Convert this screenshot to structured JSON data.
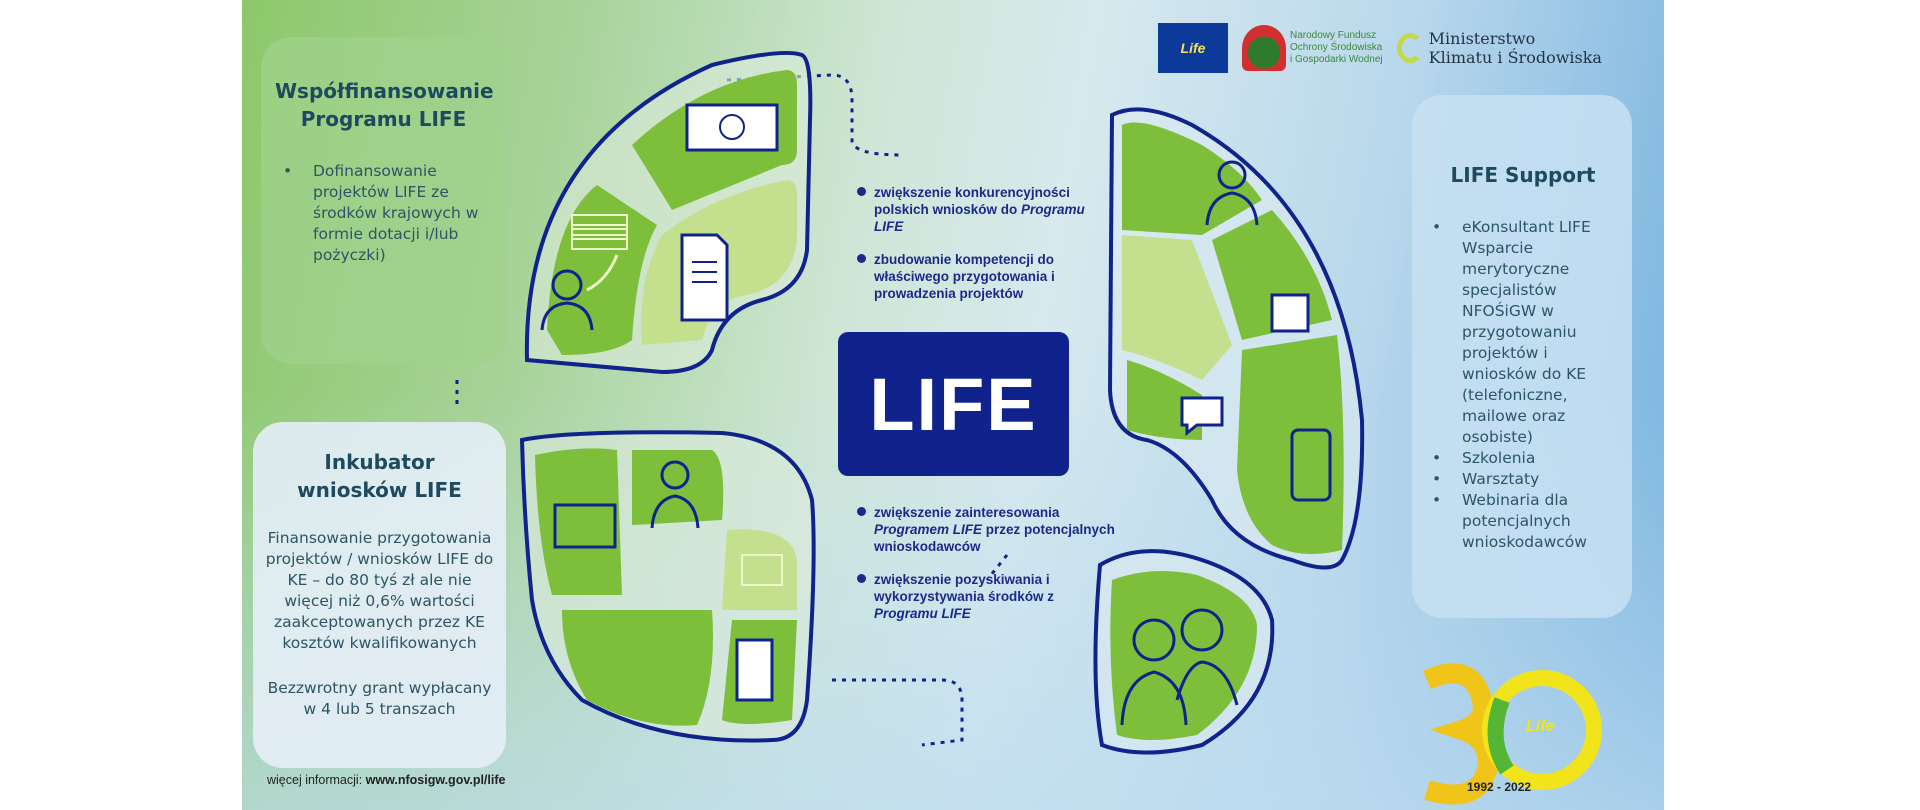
{
  "logos": {
    "eu_life": "Life",
    "nfosigw": [
      "Narodowy Fundusz",
      "Ochrony Środowiska",
      "i Gospodarki Wodnej"
    ],
    "ministry": [
      "Ministerstwo",
      "Klimatu i Środowiska"
    ]
  },
  "panels": {
    "cofinancing": {
      "title": "Współfinansowanie Programu LIFE",
      "items": [
        "Dofinansowanie projektów LIFE ze środków krajowych w formie dotacji i/lub pożyczki)"
      ]
    },
    "incubator": {
      "title": "Inkubator wniosków LIFE",
      "text": "Finansowanie przygotowania projektów / wniosków LIFE do KE – do 80 tyś zł ale nie więcej niż 0,6% wartości zaakceptowanych przez KE kosztów kwalifikowanych",
      "text2": "Bezzwrotny grant wypłacany w 4 lub 5 transzach"
    },
    "support": {
      "title": "LIFE Support",
      "items": [
        "eKonsultant LIFE Wsparcie merytoryczne specjalistów NFOŚiGW w przygotowaniu projektów i wniosków do KE (telefoniczne, mailowe oraz osobiste)",
        "Szkolenia",
        "Warsztaty",
        "Webinaria dla potencjalnych wnioskodawców"
      ]
    }
  },
  "center": {
    "logo": "LIFE",
    "goals_top": [
      {
        "text": "zwiększenie konkurencyjności polskich wniosków do ",
        "em": "Programu LIFE",
        "after": ""
      },
      {
        "text": "zbudowanie kompetencji do właściwego przygotowania i prowadzenia projektów",
        "em": "",
        "after": ""
      }
    ],
    "goals_bottom": [
      {
        "text": "zwiększenie zainteresowania ",
        "em": "Programem LIFE",
        "after": " przez potencjalnych wnioskodawców"
      },
      {
        "text": "zwiększenie pozyskiwania i wykorzystywania środków z ",
        "em": "Programu LIFE",
        "after": ""
      }
    ]
  },
  "footer": {
    "label": "więcej informacji:",
    "url": "www.nfosigw.gov.pl/life"
  },
  "anniversary": {
    "number": "30",
    "brand": "Life",
    "years": "1992 - 2022"
  },
  "colors": {
    "navy": "#10238c",
    "green": "#7dbf3b",
    "light_green": "#c4e08e"
  }
}
